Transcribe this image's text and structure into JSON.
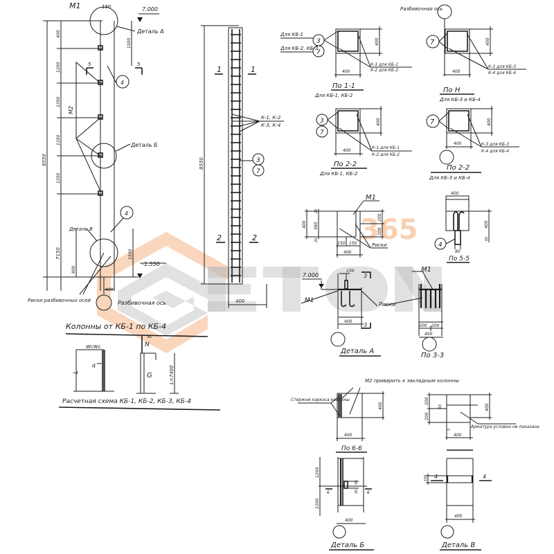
{
  "drawing": {
    "column_elevation": {
      "title": "Колонны от КБ-1 по КБ-4",
      "labels": {
        "m1": "М1",
        "m2": "М2",
        "dim_top": "150",
        "mark_top": "7.000",
        "mark_bottom": "-1.550",
        "detail_a": "Деталь А",
        "detail_b": "Деталь Б",
        "detail_v": "Деталь В",
        "total_height": "8550",
        "height_7150": "7150",
        "dims": [
          "400",
          "1200",
          "1200",
          "1200",
          "1200",
          "1500",
          "1500",
          "800",
          "400"
        ],
        "section_5": "5",
        "callout_4": "4",
        "risks": "Риски разбивочных осей",
        "axis": "Разбивочная ось"
      }
    },
    "reinforcement_cage": {
      "height": "8550",
      "width": "400",
      "section_1": "1",
      "section_2": "2",
      "rebar_label_top": "К-1, К-2",
      "rebar_label_bottom": "К-3, К-4",
      "callouts": [
        "3",
        "7"
      ]
    },
    "section_1_1": {
      "title": "По 1-1",
      "subtitle": "Для КБ-1, КБ-2",
      "label_3": "Для КБ-1",
      "label_7": "Для КБ-2, КБ-3",
      "callouts": [
        "3",
        "7"
      ],
      "rebar_top": "К-1 для КБ-1",
      "rebar_bottom": "К-2 для КБ-2",
      "width": "400",
      "height": "400"
    },
    "section_h": {
      "title": "По Н",
      "subtitle": "Для КБ-3 и КБ-4",
      "axis_label": "Разбивочная ось",
      "callout": "7",
      "rebar_top": "К-3 для КБ-3",
      "rebar_bottom": "К-4 для КБ-4",
      "width": "400",
      "height": "400"
    },
    "section_2_2_a": {
      "title": "По 2-2",
      "subtitle": "Для КБ-1, КБ-2",
      "callouts": [
        "3",
        "7"
      ],
      "rebar_top": "К-1 для КБ-1",
      "rebar_bottom": "К-2 для КБ-2",
      "width": "400",
      "height": "400"
    },
    "section_2_2_b": {
      "title": "По 2-2",
      "subtitle": "Для КБ-3 и КБ-4",
      "callout": "7",
      "rebar_top": "К-3 для КБ-3",
      "rebar_bottom": "К-4 для КБ-4",
      "width": "400",
      "height": "400"
    },
    "plate_m1": {
      "label": "М1",
      "dims_v": [
        "400",
        "360",
        "20",
        "20"
      ],
      "dims_v_right": [
        "200",
        "200"
      ],
      "dims_h": [
        "150",
        "150"
      ],
      "width": "400",
      "risks": "Риски"
    },
    "section_5_5": {
      "title": "По 5-5",
      "width": "400",
      "height": "400",
      "dim_80": "80",
      "dim_side": "60",
      "callout": "4"
    },
    "detail_a": {
      "title": "Деталь А",
      "mark": "7.000",
      "m1": "М1",
      "dim_150": "150",
      "section": "3",
      "width": "400",
      "risks": "Риски"
    },
    "section_3_3": {
      "title": "По 3-3",
      "m1": "М1",
      "dims": [
        "200",
        "200"
      ],
      "width": "400"
    },
    "calc_scheme": {
      "title": "Расчетная схема КБ-1, КБ-2, КБ-3, КБ-4",
      "left": {
        "top": "WсWс",
        "span": "L",
        "load": "q"
      },
      "right": {
        "top": "ec",
        "force": "N",
        "weight": "G",
        "span": "L=7400"
      }
    },
    "section_6_6": {
      "title": "По 6-6",
      "note_top": "М2 приварить к закладным колонны",
      "note_left": "Стержни каркаса колонны",
      "width": "400",
      "height": "400"
    },
    "section_right_mid": {
      "dims_v": [
        "200",
        "200"
      ],
      "dim_small": "65",
      "dim_4": "5",
      "width": "400",
      "height": "400",
      "note": "Арматура условно не показана"
    },
    "detail_b": {
      "title": "Деталь Б",
      "dims_v": [
        "1200",
        "1200"
      ],
      "dims_small": [
        "50",
        "50"
      ],
      "section": "6",
      "width": "400"
    },
    "detail_v": {
      "title": "Деталь В",
      "dim_100": "100",
      "section": "4",
      "width": "400"
    }
  },
  "watermark": {
    "text": "ETON",
    "number": "365",
    "colors": {
      "orange": "#f4a46a",
      "gray": "#bdbdbd"
    }
  }
}
